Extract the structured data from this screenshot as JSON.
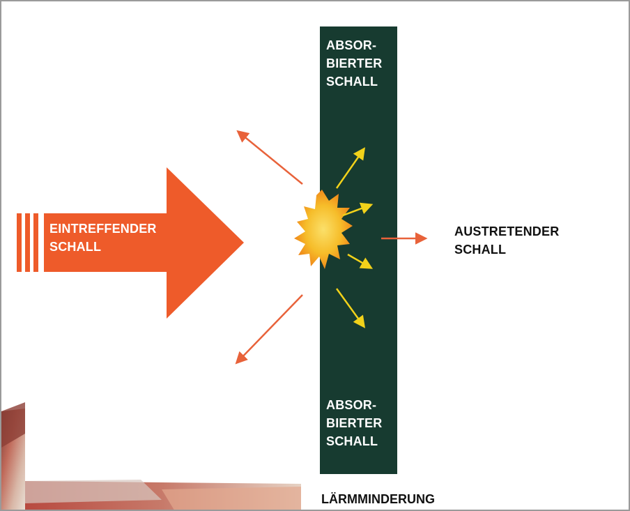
{
  "labels": {
    "incident_line1": "EINTREFFENDER",
    "incident_line2": "SCHALL",
    "absorbed_line1": "ABSOR-",
    "absorbed_line2": "BIERTER",
    "absorbed_line3": "SCHALL",
    "transmitted_line1": "AUSTRETENDER",
    "transmitted_line2": "SCHALL"
  },
  "caption": "LÄRMMINDERUNG",
  "colors": {
    "wall": "#173b30",
    "incident_arrow": "#ee5b2a",
    "reflected_arrows": "#e8623a",
    "absorbed_arrows": "#f2d21a",
    "impact_burst_outer": "#f4b51e",
    "impact_burst_inner": "#fad24a",
    "transmitted_arrow": "#e8623a",
    "background_photo": "#c05a4a"
  },
  "icons": {
    "impact": "starburst-icon",
    "incident": "arrow-right-icon",
    "reflected": "arrow-icon",
    "absorbed": "arrow-icon"
  }
}
